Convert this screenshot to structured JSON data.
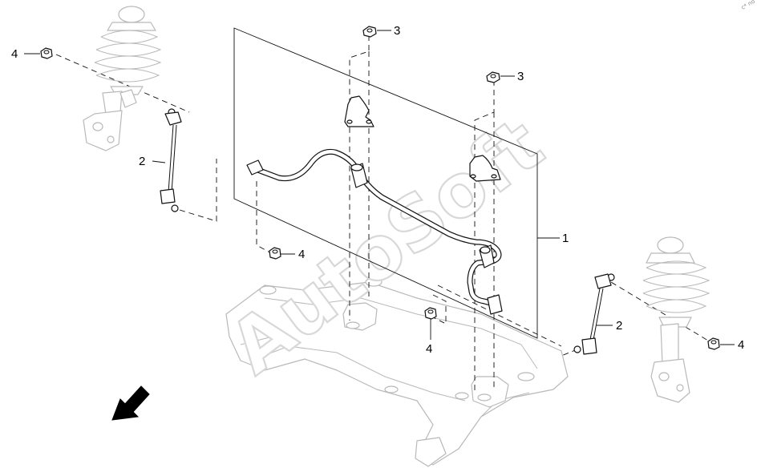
{
  "diagram": {
    "callouts": {
      "stabilizer_bar": "1",
      "link_left": "2",
      "link_right": "2",
      "nut_top_center": "3",
      "nut_top_right": "3",
      "nut_left_top": "4",
      "nut_center_left": "4",
      "nut_center_bottom": "4",
      "nut_right": "4"
    },
    "watermark": "AutoSoft",
    "corner_stamp": "c* no",
    "direction_arrow": "front-direction-arrow-icon"
  }
}
